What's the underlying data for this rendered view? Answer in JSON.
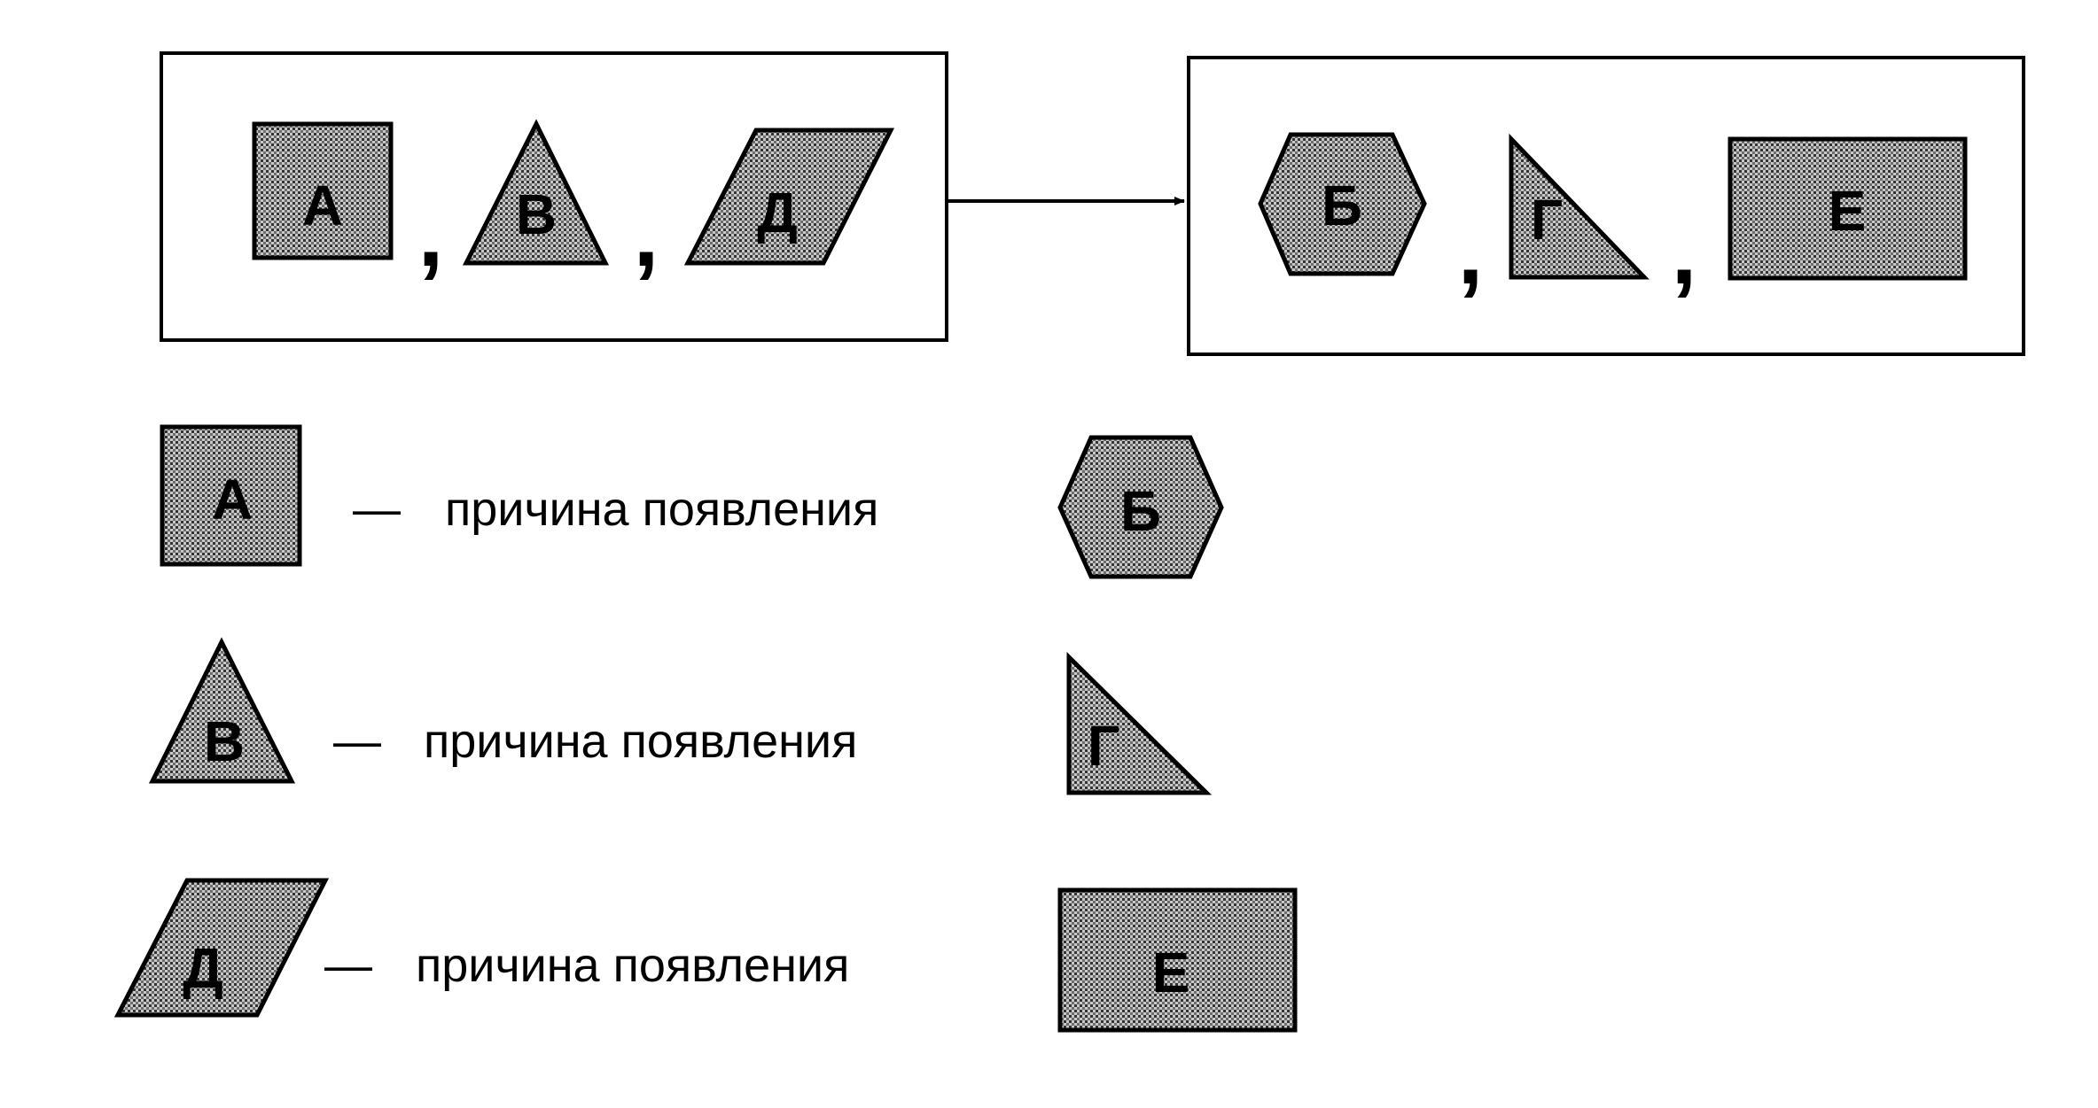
{
  "shape_fill_color": "#c8c8c8",
  "stroke_color": "#000000",
  "causes": [
    {
      "label": "А",
      "shape": "square"
    },
    {
      "label": "В",
      "shape": "triangle"
    },
    {
      "label": "Д",
      "shape": "parallelogram"
    }
  ],
  "effects": [
    {
      "label": "Б",
      "shape": "hexagon"
    },
    {
      "label": "Г",
      "shape": "right-triangle"
    },
    {
      "label": "Е",
      "shape": "rectangle"
    }
  ],
  "separator": ",",
  "legend": [
    {
      "cause": "А",
      "dash": "—",
      "text": "причина появления",
      "effect": "Б"
    },
    {
      "cause": "В",
      "dash": "—",
      "text": "причина появления",
      "effect": "Г"
    },
    {
      "cause": "Д",
      "dash": "—",
      "text": "причина появления",
      "effect": "Е"
    }
  ]
}
